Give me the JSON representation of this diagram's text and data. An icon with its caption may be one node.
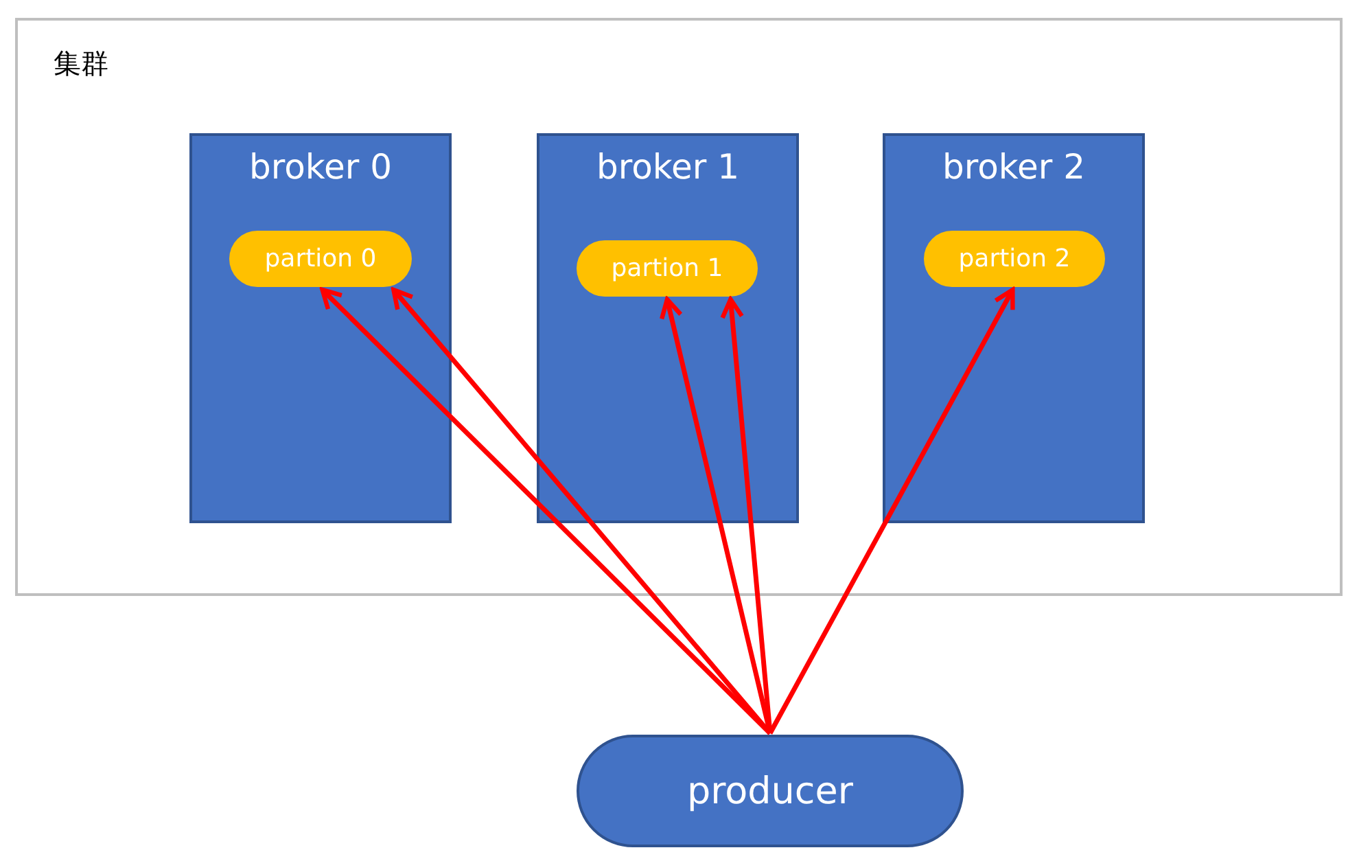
{
  "diagram": {
    "nodes": [
      {
        "text": [
          "集群"
        ]
      },
      {
        "text": [
          "broker 0"
        ],
        "in": 0
      },
      {
        "text": [
          "partion 0"
        ],
        "in": 1
      },
      {
        "text": [
          "broker 1"
        ],
        "in": 0
      },
      {
        "text": [
          "partion 1"
        ],
        "in": 3
      },
      {
        "text": [
          "broker 2"
        ],
        "in": 0
      },
      {
        "text": [
          "partion 2"
        ],
        "in": 5
      },
      {
        "text": [
          "producer"
        ]
      }
    ],
    "edges": [
      {
        "from": 7,
        "to": 2,
        "arrow": "to",
        "color": "#ff0000"
      },
      {
        "from": 7,
        "to": 2,
        "arrow": "to",
        "color": "#ff0000"
      },
      {
        "from": 7,
        "to": 4,
        "arrow": "to",
        "color": "#ff0000"
      },
      {
        "from": 7,
        "to": 4,
        "arrow": "to",
        "color": "#ff0000"
      },
      {
        "from": 7,
        "to": 6,
        "arrow": "to",
        "color": "#ff0000"
      }
    ]
  }
}
